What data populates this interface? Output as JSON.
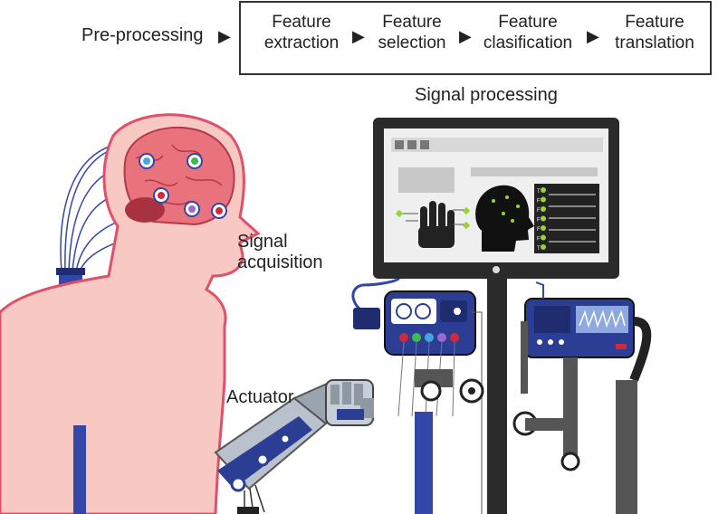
{
  "pipeline": {
    "pre_label": "Pre-processing",
    "steps": [
      {
        "line1": "Feature",
        "line2": "extraction"
      },
      {
        "line1": "Feature",
        "line2": "selection"
      },
      {
        "line1": "Feature",
        "line2": "clasification"
      },
      {
        "line1": "Feature",
        "line2": "translation"
      }
    ],
    "arrow_glyph": "▶"
  },
  "labels": {
    "signal_processing": "Signal processing",
    "signal_acquisition_1": "Signal",
    "signal_acquisition_2": "acquisition",
    "actuator": "Actuator"
  },
  "monitor_badges": [
    "T",
    "F",
    "F",
    "F",
    "F",
    "F",
    "T"
  ],
  "colors": {
    "skin": "#f7c9c2",
    "skin_outline": "#e0506a",
    "brain": "#e8737c",
    "device_blue": "#2c3e94",
    "cable_blue": "#3347a8",
    "monitor_frame": "#2b2b2b",
    "screen_bg": "#efefef",
    "electrode_green": "#3dbb4c",
    "accent_green": "#9bd23c"
  },
  "icons": [
    "arrow-right-icon",
    "hand-icon",
    "head-icon",
    "apple-logo-icon",
    "electrode-icon"
  ]
}
